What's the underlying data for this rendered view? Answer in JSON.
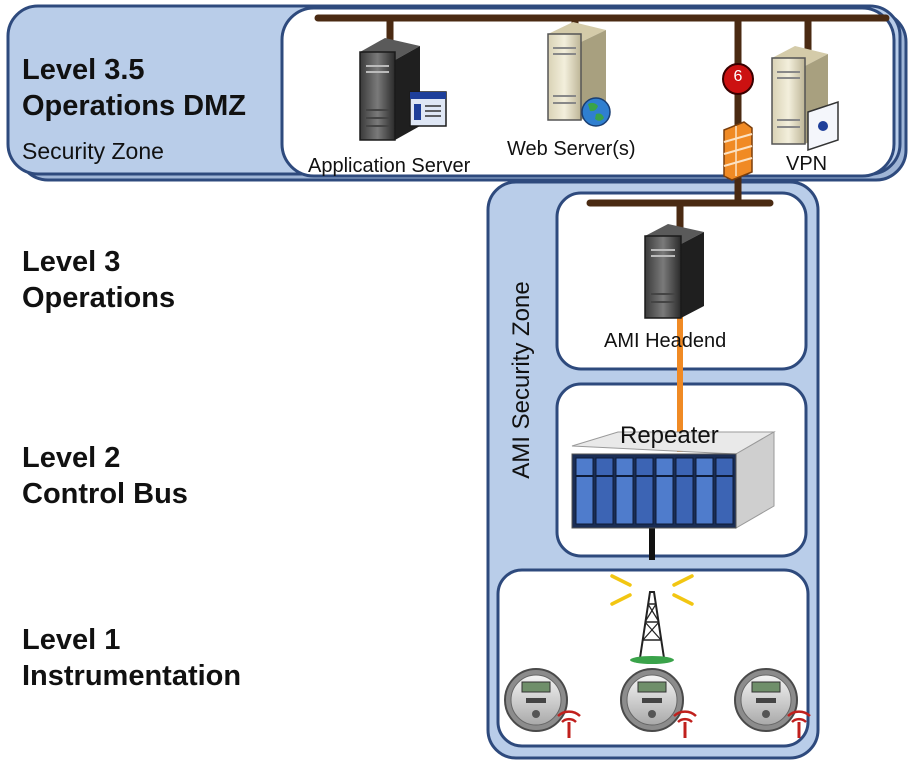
{
  "levels": [
    {
      "line1": "Level 3.5",
      "line2": "Operations DMZ",
      "sub": "Security Zone"
    },
    {
      "line1": "Level 3",
      "line2": "Operations"
    },
    {
      "line1": "Level 2",
      "line2": "Control Bus"
    },
    {
      "line1": "Level 1",
      "line2": "Instrumentation"
    }
  ],
  "zones": {
    "ami": "AMI Security Zone"
  },
  "nodes": {
    "app_server": "Application Server",
    "web_server": "Web Server(s)",
    "vpn": "VPN",
    "headend": "AMI Headend",
    "repeater": "Repeater",
    "badge": "6"
  },
  "colors": {
    "zone_fill": "#b9cde9",
    "zone_border": "#2e4a7d",
    "bus": "#4a2a12",
    "fiber": "#f08a24",
    "badge": "#cc1111"
  }
}
